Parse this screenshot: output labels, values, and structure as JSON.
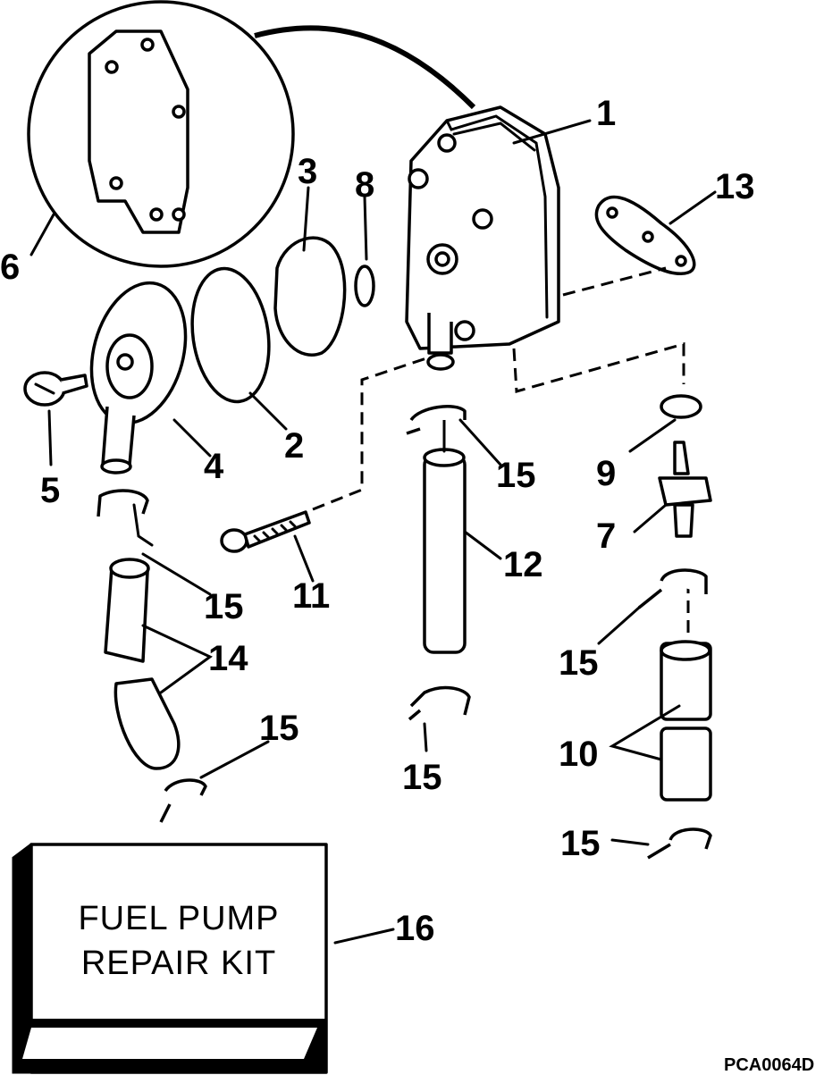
{
  "callouts": {
    "c1": "1",
    "c2": "2",
    "c3": "3",
    "c4": "4",
    "c5": "5",
    "c6": "6",
    "c7": "7",
    "c8": "8",
    "c9": "9",
    "c10": "10",
    "c11": "11",
    "c12": "12",
    "c13": "13",
    "c14": "14",
    "c15a": "15",
    "c15b": "15",
    "c15c": "15",
    "c15d": "15",
    "c15e": "15",
    "c15f": "15",
    "c16": "16"
  },
  "kit_box": {
    "line1": "FUEL PUMP",
    "line2": "REPAIR KIT"
  },
  "figure_code": "PCA0064D"
}
